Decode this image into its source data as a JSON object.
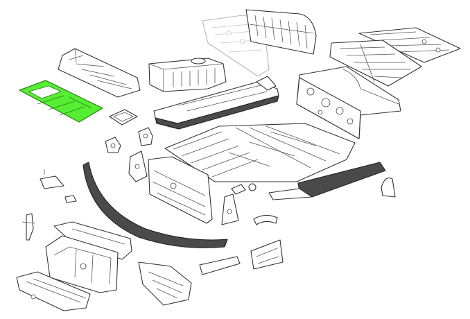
{
  "diagram": {
    "parts": [
      {
        "id": "floor-pan-left-rear",
        "selected": true
      },
      {
        "id": "floor-pan-left-front"
      },
      {
        "id": "fuel-tank"
      },
      {
        "id": "tunnel-heat-shield"
      },
      {
        "id": "center-tunnel"
      },
      {
        "id": "rear-seat-back-panel"
      },
      {
        "id": "rear-shelf-panel"
      },
      {
        "id": "rear-floor-pan"
      },
      {
        "id": "firewall-panel"
      },
      {
        "id": "main-floor-pan"
      },
      {
        "id": "front-apron-panel"
      },
      {
        "id": "rocker-panel-left"
      },
      {
        "id": "rocker-panel-right"
      },
      {
        "id": "wheel-well-front"
      },
      {
        "id": "battery-tray"
      }
    ],
    "colors": {
      "highlight": "#55ee33",
      "line": "#333333",
      "faded_line": "#b8b8b8",
      "rubber": "#4a4a4a",
      "background": "#ffffff"
    }
  }
}
